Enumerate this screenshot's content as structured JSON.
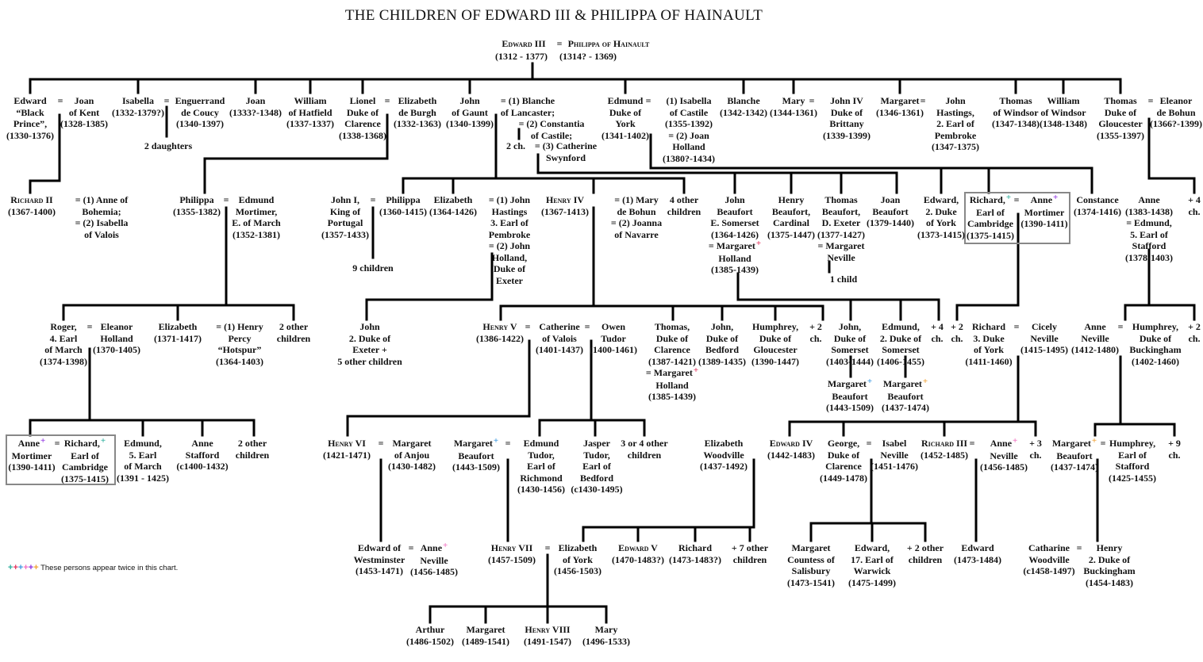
{
  "title": "THE CHILDREN OF EDWARD III & PHILIPPA OF HAINAULT",
  "eq_symbol": "=",
  "mark_symbol": "+",
  "mark_colors": {
    "teal": "#2aae9c",
    "red": "#e2335e",
    "blue": "#3b98e0",
    "pink": "#f06ec0",
    "purple": "#8c2ee0",
    "orange": "#f0a030"
  },
  "legend": {
    "marks": [
      "teal",
      "red",
      "blue",
      "pink",
      "purple",
      "orange"
    ],
    "text": "These persons appear twice in this chart."
  },
  "nodes": {
    "edward_iii": {
      "lines": [
        "Edward III"
      ]
    },
    "philippa_h": {
      "lines": [
        "Philippa of Hainault"
      ]
    },
    "edward_iii_dates": {
      "lines": [
        "(1312 - 1377)"
      ]
    },
    "philippa_h_dates": {
      "lines": [
        "(1314? - 1369)"
      ]
    },
    "edward_bp": {
      "lines": [
        "Edward",
        "“Black",
        "Prince”,",
        "(1330-1376)"
      ]
    },
    "joan_kent": {
      "lines": [
        "Joan",
        "of Kent",
        "(1328-1385)"
      ]
    },
    "isabella": {
      "lines": [
        "Isabella",
        "(1332-1379?)"
      ]
    },
    "enguerrand": {
      "lines": [
        "Enguerrand",
        "de Coucy",
        "(1340-1397)"
      ]
    },
    "two_daughters": {
      "lines": [
        "2 daughters"
      ]
    },
    "joan": {
      "lines": [
        "Joan",
        "(1333?-1348)"
      ]
    },
    "william_h": {
      "lines": [
        "William",
        "of Hatfield",
        "(1337-1337)"
      ]
    },
    "lionel": {
      "lines": [
        "Lionel",
        "Duke of",
        "Clarence",
        "(1338-1368)"
      ]
    },
    "elizabeth_burgh": {
      "lines": [
        "Elizabeth",
        "de Burgh",
        "(1332-1363)"
      ]
    },
    "john_gaunt": {
      "lines": [
        "John",
        "of Gaunt",
        "(1340-1399)"
      ]
    },
    "gaunt_w1": {
      "lines": [
        "= (1) Blanche",
        "of Lancaster;"
      ]
    },
    "gaunt_w2": {
      "lines": [
        "= (2) Constantia",
        "of Castile;"
      ]
    },
    "gaunt_w3": {
      "lines": [
        "= (3) Catherine",
        "Swynford"
      ]
    },
    "gaunt_2ch": {
      "lines": [
        "2 ch."
      ]
    },
    "edmund_york": {
      "lines": [
        "Edmund",
        "Duke of",
        "York",
        "(1341-1402)"
      ]
    },
    "edmund_wives": {
      "lines": [
        "(1) Isabella",
        "of Castile",
        "(1355-1392)",
        "= (2) Joan",
        "Holland",
        "(1380?-1434)"
      ]
    },
    "blanche": {
      "lines": [
        "Blanche",
        "(1342-1342)"
      ]
    },
    "mary": {
      "lines": [
        "Mary",
        "(1344-1361)"
      ]
    },
    "john_iv": {
      "lines": [
        "John IV",
        "Duke of",
        "Brittany",
        "(1339-1399)"
      ]
    },
    "margaret": {
      "lines": [
        "Margaret",
        "(1346-1361)"
      ]
    },
    "john_hastings": {
      "lines": [
        "John",
        "Hastings,",
        "2. Earl of",
        "Pembroke",
        "(1347-1375)"
      ]
    },
    "thomas_windsor": {
      "lines": [
        "Thomas",
        "of Windsor",
        "(1347-1348)"
      ]
    },
    "william_windsor": {
      "lines": [
        "William",
        "of Windsor",
        "(1348-1348)"
      ]
    },
    "thomas_glouc": {
      "lines": [
        "Thomas",
        "Duke of",
        "Gloucester",
        "(1355-1397)"
      ]
    },
    "eleanor_bohun": {
      "lines": [
        "Eleanor",
        "de Bohun",
        "(1366?-1399)"
      ]
    },
    "richard_ii": {
      "lines": [
        "Richard II",
        "(1367-1400)"
      ]
    },
    "richard_ii_wives": {
      "lines": [
        "= (1) Anne of",
        "Bohemia;",
        "= (2) Isabella",
        "of Valois"
      ]
    },
    "philippa_c": {
      "lines": [
        "Philippa",
        "(1355-1382)"
      ]
    },
    "edmund_mortimer": {
      "lines": [
        "Edmund",
        "Mortimer,",
        "E. of March",
        "(1352-1381)"
      ]
    },
    "john_i": {
      "lines": [
        "John I,",
        "King of",
        "Portugal",
        "(1357-1433)"
      ]
    },
    "philippa_l": {
      "lines": [
        "Philippa",
        "(1360-1415)"
      ]
    },
    "nine_children": {
      "lines": [
        "9 children"
      ]
    },
    "elizabeth_l": {
      "lines": [
        "Elizabeth",
        "(1364-1426)"
      ]
    },
    "elizabeth_l_husbands": {
      "lines": [
        "= (1) John",
        "Hastings",
        "3. Earl of",
        "Pembroke",
        "= (2) John",
        "Holland,",
        "Duke of",
        "Exeter"
      ]
    },
    "henry_iv": {
      "lines": [
        "Henry IV",
        "(1367-1413)"
      ]
    },
    "henry_iv_wives": {
      "lines": [
        "= (1) Mary",
        "de Bohun",
        "= (2) Joanna",
        "of Navarre"
      ]
    },
    "four_other": {
      "lines": [
        "4 other",
        "children"
      ]
    },
    "john_beaufort": {
      "lines": [
        "John",
        "Beaufort",
        "E. Somerset",
        "(1364-1426)",
        "= Margaret",
        "Holland",
        "(1385-1439)"
      ],
      "mark": "red",
      "mark_line": 4
    },
    "henry_beaufort": {
      "lines": [
        "Henry",
        "Beaufort,",
        "Cardinal",
        "(1375-1447)"
      ]
    },
    "thomas_beaufort": {
      "lines": [
        "Thomas",
        "Beaufort,",
        "D. Exeter",
        "(1377-1427)",
        "= Margaret",
        "Neville"
      ]
    },
    "one_child": {
      "lines": [
        "1 child"
      ]
    },
    "joan_beaufort": {
      "lines": [
        "Joan",
        "Beaufort",
        "(1379-1440)"
      ]
    },
    "edward_york2": {
      "lines": [
        "Edward,",
        "2. Duke",
        "of York",
        "(1373-1415)"
      ]
    },
    "richard_cambridge": {
      "lines": [
        "Richard,",
        "Earl of",
        "Cambridge",
        "(1375-1415)"
      ],
      "mark": "teal"
    },
    "anne_mortimer": {
      "lines": [
        "Anne",
        "Mortimer",
        "(1390-1411)"
      ],
      "mark": "purple"
    },
    "constance": {
      "lines": [
        "Constance",
        "(1374-1416)"
      ]
    },
    "anne_glouc": {
      "lines": [
        "Anne",
        "(1383-1438)",
        "= Edmund,",
        "5. Earl of",
        "Stafford",
        "(1378-1403)"
      ]
    },
    "anne_glouc_4ch": {
      "lines": [
        "+ 4",
        "ch."
      ]
    },
    "roger": {
      "lines": [
        "Roger,",
        "4. Earl",
        "of March",
        "(1374-1398)"
      ]
    },
    "eleanor_holland": {
      "lines": [
        "Eleanor",
        "Holland",
        "(1370-1405)"
      ]
    },
    "elizabeth_m": {
      "lines": [
        "Elizabeth",
        "(1371-1417)"
      ]
    },
    "hotspur": {
      "lines": [
        "= (1) Henry",
        "Percy",
        "“Hotspur”",
        "(1364-1403)"
      ]
    },
    "two_other_a": {
      "lines": [
        "2 other",
        "children"
      ]
    },
    "john_exeter": {
      "lines": [
        "John",
        "2. Duke of",
        "Exeter +",
        "5 other children"
      ]
    },
    "henry_v": {
      "lines": [
        "Henry V",
        "(1386-1422)"
      ]
    },
    "catherine_valois": {
      "lines": [
        "Catherine",
        "of Valois",
        "(1401-1437)"
      ]
    },
    "owen_tudor": {
      "lines": [
        "Owen",
        "Tudor",
        "(1400-1461)"
      ]
    },
    "thomas_clarence": {
      "lines": [
        "Thomas,",
        "Duke of",
        "Clarence",
        "(1387-1421)",
        "= Margaret",
        "Holland",
        "(1385-1439)"
      ],
      "mark": "red",
      "mark_line": 4
    },
    "john_bedford": {
      "lines": [
        "John,",
        "Duke of",
        "Bedford",
        "(1389-1435)"
      ]
    },
    "humphrey_glouc": {
      "lines": [
        "Humphrey,",
        "Duke of",
        "Gloucester",
        "(1390-1447)"
      ]
    },
    "plus2ch_a": {
      "lines": [
        "+ 2",
        "ch."
      ]
    },
    "john_somerset": {
      "lines": [
        "John,",
        "Duke of",
        "Somerset",
        "(1403-1444)"
      ]
    },
    "edmund_somerset": {
      "lines": [
        "Edmund,",
        "2. Duke of",
        "Somerset",
        "(1406-1455)"
      ]
    },
    "plus4ch": {
      "lines": [
        "+ 4",
        "ch."
      ]
    },
    "plus2ch_b": {
      "lines": [
        "+ 2",
        "ch."
      ]
    },
    "margaret_b_1443": {
      "lines": [
        "Margaret",
        "Beaufort",
        "(1443-1509)"
      ],
      "mark": "blue"
    },
    "margaret_b_1437": {
      "lines": [
        "Margaret",
        "Beaufort",
        "(1437-1474)"
      ],
      "mark": "orange"
    },
    "richard_york": {
      "lines": [
        "Richard",
        "3. Duke",
        "of York",
        "(1411-1460)"
      ]
    },
    "cicely": {
      "lines": [
        "Cicely",
        "Neville",
        "(1415-1495)"
      ]
    },
    "anne_neville_1412": {
      "lines": [
        "Anne",
        "Neville",
        "(1412-1480)"
      ]
    },
    "humphrey_buck": {
      "lines": [
        "Humphrey,",
        "Duke of",
        "Buckingham",
        "(1402-1460)"
      ]
    },
    "plus2ch_c": {
      "lines": [
        "+ 2",
        "ch."
      ]
    },
    "anne_mortimer2": {
      "lines": [
        "Anne",
        "Mortimer",
        "(1390-1411)"
      ],
      "mark": "purple"
    },
    "richard_cambridge2": {
      "lines": [
        "Richard,",
        "Earl of",
        "Cambridge",
        "(1375-1415)"
      ],
      "mark": "teal"
    },
    "edmund_march": {
      "lines": [
        "Edmund,",
        "5. Earl",
        "of March",
        "(1391 - 1425)"
      ]
    },
    "anne_stafford": {
      "lines": [
        "Anne",
        "Stafford",
        "(c1400-1432)"
      ]
    },
    "two_other_b": {
      "lines": [
        "2 other",
        "children"
      ]
    },
    "henry_vi": {
      "lines": [
        "Henry VI",
        "(1421-1471)"
      ]
    },
    "margaret_anjou": {
      "lines": [
        "Margaret",
        "of Anjou",
        "(1430-1482)"
      ]
    },
    "margaret_b_1443b": {
      "lines": [
        "Margaret",
        "Beaufort",
        "(1443-1509)"
      ],
      "mark": "blue"
    },
    "edmund_tudor": {
      "lines": [
        "Edmund",
        "Tudor,",
        "Earl of",
        "Richmond",
        "(1430-1456)"
      ]
    },
    "jasper_tudor": {
      "lines": [
        "Jasper",
        "Tudor,",
        "Earl of",
        "Bedford",
        "(c1430-1495)"
      ]
    },
    "three_four_other": {
      "lines": [
        "3 or 4 other",
        "children"
      ]
    },
    "elizabeth_woodville": {
      "lines": [
        "Elizabeth",
        "Woodville",
        "(1437-1492)"
      ]
    },
    "edward_iv": {
      "lines": [
        "Edward IV",
        "(1442-1483)"
      ]
    },
    "george_clarence": {
      "lines": [
        "George,",
        "Duke of",
        "Clarence",
        "(1449-1478)"
      ]
    },
    "isabel_neville": {
      "lines": [
        "Isabel",
        "Neville",
        "(1451-1476)"
      ]
    },
    "richard_iii": {
      "lines": [
        "Richard III",
        "(1452-1485)"
      ]
    },
    "anne_neville_1456": {
      "lines": [
        "Anne",
        "Neville",
        "(1456-1485)"
      ],
      "mark": "pink"
    },
    "plus3ch": {
      "lines": [
        "+ 3",
        "ch."
      ]
    },
    "margaret_b_1437b": {
      "lines": [
        "Margaret",
        "Beaufort",
        "(1437-1474)"
      ],
      "mark": "orange"
    },
    "humphrey_stafford": {
      "lines": [
        "Humphrey,",
        "Earl of",
        "Stafford",
        "(1425-1455)"
      ]
    },
    "plus9ch": {
      "lines": [
        "+ 9",
        "ch."
      ]
    },
    "edward_westminster": {
      "lines": [
        "Edward of",
        "Westminster",
        "(1453-1471)"
      ]
    },
    "anne_neville_1456b": {
      "lines": [
        "Anne",
        "Neville",
        "(1456-1485)"
      ],
      "mark": "pink"
    },
    "henry_vii": {
      "lines": [
        "Henry VII",
        "(1457-1509)"
      ]
    },
    "elizabeth_york": {
      "lines": [
        "Elizabeth",
        "of York",
        "(1456-1503)"
      ]
    },
    "edward_v": {
      "lines": [
        "Edward V",
        "(1470-1483?)"
      ]
    },
    "richard_shrewsbury": {
      "lines": [
        "Richard",
        "(1473-1483?)"
      ]
    },
    "seven_other": {
      "lines": [
        "+ 7 other",
        "children"
      ]
    },
    "margaret_salisbury": {
      "lines": [
        "Margaret",
        "Countess of",
        "Salisbury",
        "(1473-1541)"
      ]
    },
    "edward_warwick": {
      "lines": [
        "Edward,",
        "17. Earl of",
        "Warwick",
        "(1475-1499)"
      ]
    },
    "two_other_c": {
      "lines": [
        "+ 2 other",
        "children"
      ]
    },
    "edward_middleham": {
      "lines": [
        "Edward",
        "(1473-1484)"
      ]
    },
    "catharine_woodville": {
      "lines": [
        "Catharine",
        "Woodville",
        "(c1458-1497)"
      ]
    },
    "henry_buck2": {
      "lines": [
        "Henry",
        "2. Duke of",
        "Buckingham",
        "(1454-1483)"
      ]
    },
    "arthur": {
      "lines": [
        "Arthur",
        "(1486-1502)"
      ]
    },
    "margaret_tudor": {
      "lines": [
        "Margaret",
        "(1489-1541)"
      ]
    },
    "henry_viii": {
      "lines": [
        "Henry VIII",
        "(1491-1547)"
      ]
    },
    "mary_tudor": {
      "lines": [
        "Mary",
        "(1496-1533)"
      ]
    }
  }
}
